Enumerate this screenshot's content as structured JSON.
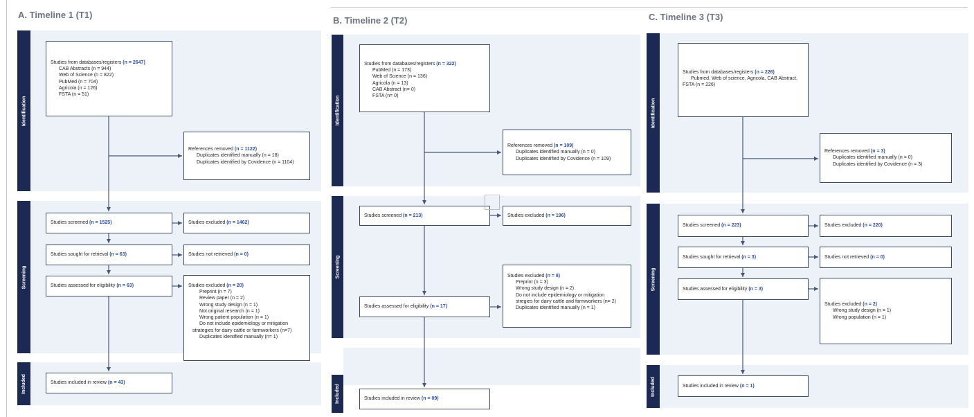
{
  "panels": {
    "a": {
      "title": "A. Timeline 1 (T1)",
      "stages": {
        "identification": "Identification",
        "screening": "Screening",
        "included": "Included"
      },
      "records": {
        "label": "Studies from databases/registers ",
        "count": "(n = 2647)",
        "items": [
          "CAB Abstracts (n = 944)",
          "Web of Science (n = 822)",
          "PubMed (n = 704)",
          "Agricola (n = 126)",
          "FSTA (n = 51)"
        ]
      },
      "removed": {
        "label": "References removed ",
        "count": "(n = 1122)",
        "items": [
          "Duplicates identified manually (n = 18)",
          "Duplicates identified by Covidence (n = 1104)"
        ]
      },
      "screened": {
        "label": "Studies screened ",
        "count": "(n = 1525)"
      },
      "excluded_screen": {
        "label": "Studies excluded ",
        "count": "(n = 1462)"
      },
      "sought": {
        "label": "Studies sought for retrieval ",
        "count": "(n = 63)"
      },
      "not_retrieved": {
        "label": "Studies not retrieved ",
        "count": "(n = 0)"
      },
      "assessed": {
        "label": "Studies assessed for eligibility ",
        "count": "(n = 63)"
      },
      "excluded_elig": {
        "label": "Studies excluded ",
        "count": "(n = 20)",
        "items": [
          "Preprint (n = 7)",
          "Review paper (n = 2)",
          "Wrong study design (n = 1)",
          "Not original research (n = 1)",
          "Wrong patient population (n = 1)",
          "Do not include epidemiology or mitigation",
          "strategies for dairy cattle or farmworkers (n=7)",
          "Duplicates identified manually (n= 1)"
        ]
      },
      "included": {
        "label": "Studies included in review ",
        "count": "(n = 43)"
      }
    },
    "b": {
      "title": "B. Timeline 2 (T2)",
      "stages": {
        "identification": "Identification",
        "screening": "Screening",
        "included": "Included"
      },
      "records": {
        "label": "Studies from databases/registers ",
        "count": "(n = 322)",
        "items": [
          "PubMed (n = 173)",
          "Web of Science (n = 136)",
          "Agricola (n = 13)",
          "CAB Abstract (n= 0)",
          "FSTA (n= 0)"
        ]
      },
      "removed": {
        "label": "References removed ",
        "count": "(n = 109)",
        "items": [
          "Duplicates identified manually (n = 0)",
          "Duplicates identified by Covidence (n = 109)"
        ]
      },
      "screened": {
        "label": "Studies screened ",
        "count": "(n = 213)"
      },
      "excluded_screen": {
        "label": "Studies excluded ",
        "count": "(n = 196)"
      },
      "assessed": {
        "label": "Studies assessed for eligibility ",
        "count": "(n = 17)"
      },
      "excluded_elig": {
        "label": "Studies excluded ",
        "count": "(n = 8)",
        "items": [
          "Preprint (n = 3)",
          "Wrong study design (n = 2)",
          "Do not include epidemiology or mitigation",
          "stregies for dairy cattle and farmworkers (n= 2)",
          "Duplicates identified manually (n = 1)"
        ]
      },
      "included": {
        "label": "Studies included in review ",
        "count": "(n = 09)"
      }
    },
    "c": {
      "title": "C. Timeline 3 (T3)",
      "stages": {
        "identification": "Identification",
        "screening": "Screening",
        "included": "Included"
      },
      "records": {
        "label": "Studies from databases/registers ",
        "count": "(n = 226)",
        "items": [
          "Pubmed, Web of science, Agricola, CAB Abstract,",
          "FSTA (n = 226)"
        ]
      },
      "removed": {
        "label": "References removed ",
        "count": "(n = 3)",
        "items": [
          "Duplicates identified manually (n = 0)",
          "Duplicates identified by Covidence (n = 3)"
        ]
      },
      "screened": {
        "label": "Studies screened ",
        "count": "(n = 223)"
      },
      "excluded_screen": {
        "label": "Studies excluded ",
        "count": "(n = 220)"
      },
      "sought": {
        "label": "Studies sought for retrieval ",
        "count": "(n = 3)"
      },
      "not_retrieved": {
        "label": "Studies not retrieved ",
        "count": "(n = 0)"
      },
      "assessed": {
        "label": "Studies assessed for eligibility ",
        "count": "(n = 3)"
      },
      "excluded_elig": {
        "label": "Studies excluded ",
        "count": "(n = 2)",
        "items": [
          "Wrong study design (n = 1)",
          "Wrong population (n = 1)"
        ]
      },
      "included": {
        "label": "Studies included in review ",
        "count": "(n = 1)"
      }
    }
  },
  "colors": {
    "sidebar": "#1c2952",
    "band": "#edf1f8",
    "count_text": "#2d4ea8",
    "arrow": "#4a5878"
  }
}
